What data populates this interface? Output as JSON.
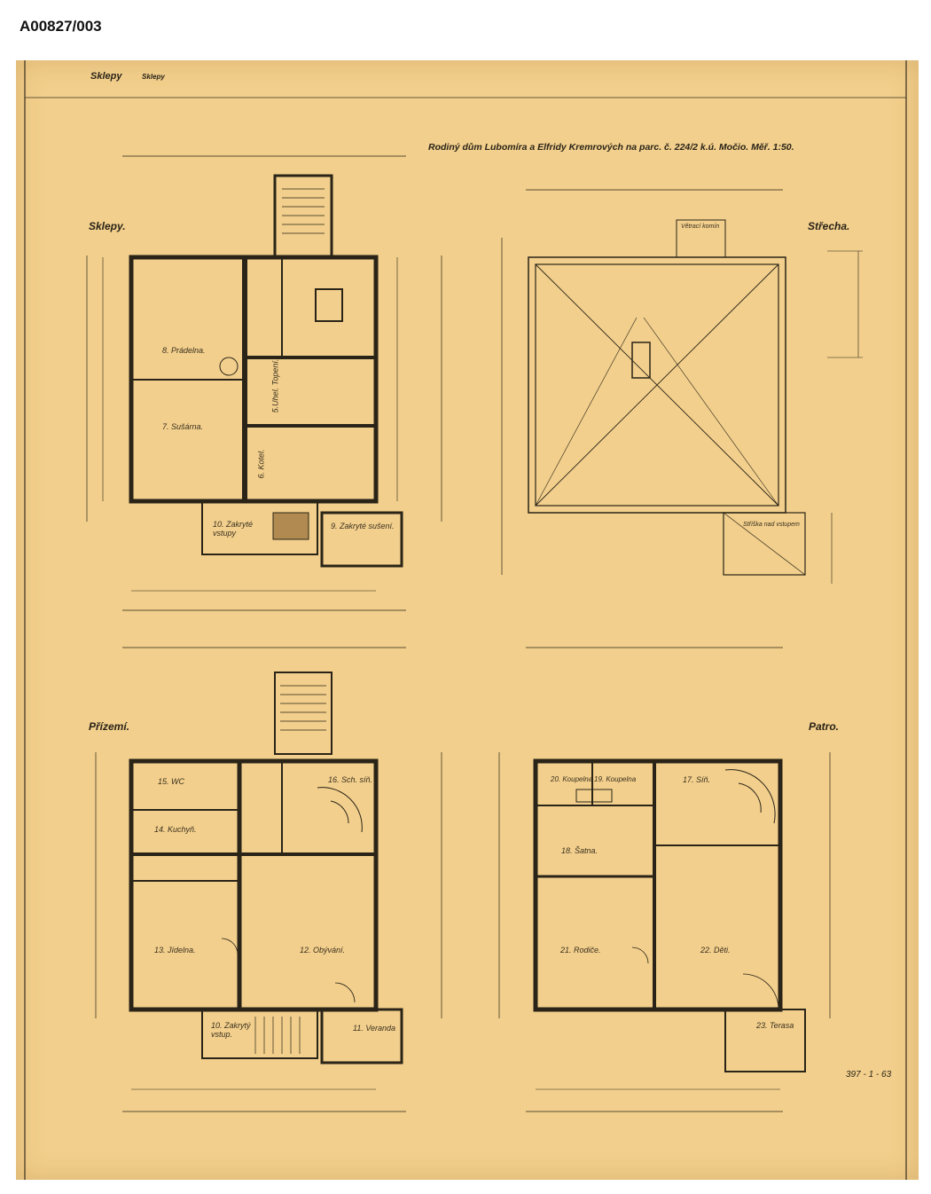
{
  "header": {
    "archive_id": "A00827/003"
  },
  "sheet": {
    "corner_note": "Sklepy",
    "corner_note_small": "Sklepy",
    "title": "Rodiný dům Lubomíra a Elfridy Kremrových na parc. č. 224/2 k.ú. Močio. Měř. 1:50.",
    "drawing_number": "397 - 1 - 63"
  },
  "plans": {
    "cellar": {
      "heading": "Sklepy.",
      "rooms": [
        "8. Prádelna.",
        "7. Sušárna.",
        "5.Uhel. Topení.",
        "6. Kotel.",
        "10. Zakryté vstupy",
        "9. Zakryté sušení."
      ]
    },
    "roof": {
      "heading": "Střecha.",
      "notes": [
        "Větrací komín",
        "Stříška nad vstupem"
      ]
    },
    "ground": {
      "heading": "Přízemí.",
      "rooms": [
        "15. WC",
        "16. Sch. síň.",
        "14. Kuchyň.",
        "13. Jídelna.",
        "12. Obývání.",
        "10. Zakrytý vstup.",
        "11. Veranda"
      ]
    },
    "upper": {
      "heading": "Patro.",
      "rooms": [
        "20. Koupelna",
        "19. Koupelna",
        "17. Síň.",
        "18. Šatna.",
        "21. Rodiče.",
        "22. Děti.",
        "23. Terasa"
      ]
    }
  },
  "colors": {
    "paper": "#f2cf8c",
    "ink": "#2a2418",
    "wall": "#3a3020"
  }
}
